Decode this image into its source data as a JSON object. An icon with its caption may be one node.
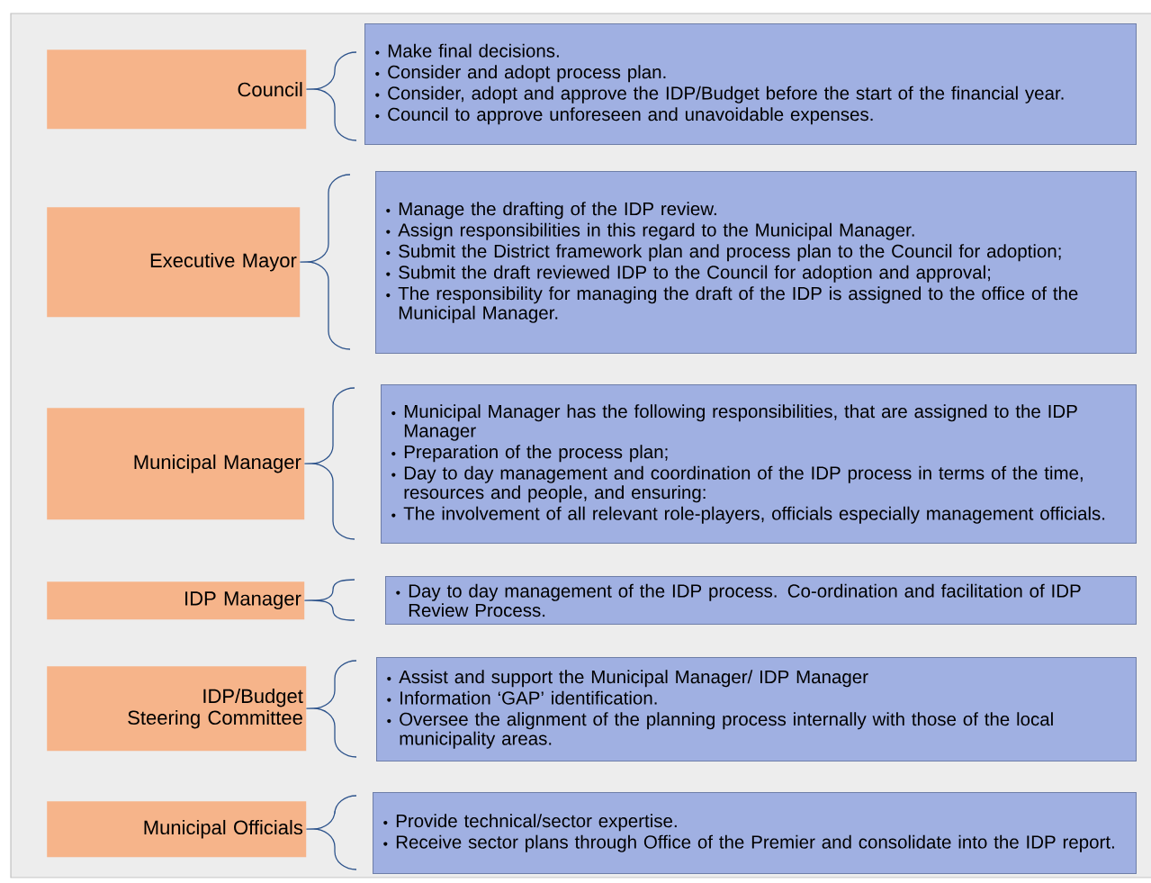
{
  "diagram": {
    "nodes": [
      {
        "text": [
          "Council"
        ]
      },
      {
        "text": [
          "Make final decisions.",
          "Consider and adopt process plan.",
          "Consider, adopt and approve the IDP/Budget before the start of the financial year.",
          "Council to approve unforeseen and unavoidable expenses."
        ]
      },
      {
        "text": [
          "Executive Mayor"
        ]
      },
      {
        "text": [
          "Manage the drafting of the IDP review.",
          "Assign responsibilities in this regard to the Municipal Manager.",
          "Submit the District framework plan and process plan to the Council for adoption;",
          "Submit the draft reviewed IDP to the Council for adoption and approval;",
          "The responsibility for managing the draft of the IDP is assigned to the office of the Municipal Manager."
        ]
      },
      {
        "text": [
          "Municipal Manager"
        ]
      },
      {
        "text": [
          "Municipal Manager has the following responsibilities, that are assigned to the IDP Manager",
          "Preparation of the process plan;",
          "Day to day management and coordination of the IDP process in terms of the time, resources and people, and ensuring:",
          "The involvement of all relevant role-players, officials especially management officials."
        ]
      },
      {
        "text": [
          "IDP Manager"
        ]
      },
      {
        "text": [
          "Day to day management of the IDP process. Co-ordination and facilitation of IDP Review Process."
        ]
      },
      {
        "text": [
          "IDP/Budget Steering Committee"
        ]
      },
      {
        "text": [
          "Assist and support the Municipal Manager/ IDP Manager",
          "Information ‘GAP’ identification.",
          "Oversee the alignment of the planning process internally with those of the local municipality areas."
        ]
      },
      {
        "text": [
          "Municipal Officials"
        ]
      },
      {
        "text": [
          "Provide technical/sector expertise.",
          "Receive sector plans through Office of the Premier and consolidate into the IDP report."
        ]
      }
    ],
    "edges": [
      {
        "from": 0,
        "to": 1,
        "arrow": "none"
      },
      {
        "from": 2,
        "to": 3,
        "arrow": "none"
      },
      {
        "from": 4,
        "to": 5,
        "arrow": "none"
      },
      {
        "from": 6,
        "to": 7,
        "arrow": "none"
      },
      {
        "from": 8,
        "to": 9,
        "arrow": "none"
      },
      {
        "from": 10,
        "to": 11,
        "arrow": "none"
      }
    ]
  }
}
